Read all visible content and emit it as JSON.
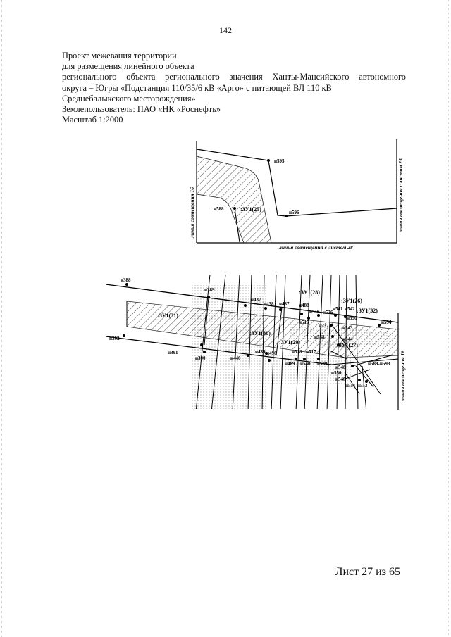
{
  "page_number": "142",
  "header": {
    "line1": "Проект межевания территории",
    "line2": "для размещения линейного объекта",
    "line3": "регионального объекта регионального значения Ханты-Мансийского автономного",
    "line4": "округа – Югры «Подстанция 110/35/6 кВ «Арго» с питающей ВЛ 110 кВ",
    "line5": "Среднебалыкского месторождения»",
    "land_user": "Землепользователь: ПАО «НК «Роснефть»",
    "scale": "Масштаб 1:2000"
  },
  "inset": {
    "left_label": "линия совмещения 16",
    "right_label": "линия совмещения с листом 25",
    "bottom_label": "линия совмещения с листом 28",
    "points": {
      "n595": "н595",
      "n588": "н588",
      "n596": "н596"
    },
    "parcel": ":ЗУ1(25)"
  },
  "main_map": {
    "right_label": "линия совмещения 16",
    "points": {
      "n388": "н388",
      "n389": "н389",
      "n392": "н392",
      "n391": "н391",
      "n390": "н390",
      "n437": "н437",
      "n438": "н438",
      "n487": "н487",
      "n488": "н488",
      "n516": "н516",
      "n536": "н536",
      "n541": "н541",
      "n542": "н542",
      "n550": "н550",
      "n515": "н515",
      "n537": "н537",
      "n538": "н538",
      "n543": "н543",
      "n544": "н544",
      "n594": "н594",
      "n439": "н439",
      "n440": "н440",
      "n490": "н490",
      "n518": "н518",
      "n517": "н517",
      "n489": "н489",
      "n540": "н540",
      "n539": "н539",
      "n548": "н548",
      "n550b": "н550",
      "n589_593": "н589-н593",
      "n549": "н549",
      "n551_553": "н551-н553"
    },
    "parcels": {
      "zu31": ":ЗУ1(31)",
      "zu28": ":ЗУ1(28)",
      "zu26": ":ЗУ1(26)",
      "zu32": ":ЗУ1(32)",
      "zu30": ":ЗУ1(30)",
      "zu29": ":ЗУ1(29)",
      "zu27": ":ЗУ1(27)"
    }
  },
  "sheet_label": "Лист 27 из 65"
}
